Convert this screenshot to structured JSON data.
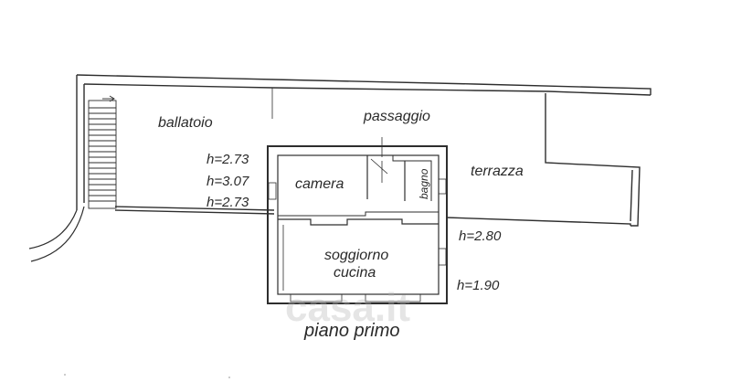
{
  "plan": {
    "title": "piano primo",
    "rooms": {
      "ballatoio": "ballatoio",
      "passaggio": "passaggio",
      "camera": "camera",
      "bagno": "bagno",
      "terrazza": "terrazza",
      "soggiorno_line1": "soggiorno",
      "soggiorno_line2": "cucina"
    },
    "heights": {
      "h1": "h=2.73",
      "h2": "h=3.07",
      "h3": "h=2.73",
      "h4": "h=2.80",
      "h5": "h=1.90"
    },
    "watermark": "casa.it",
    "line_color": "#2e2e2e"
  }
}
